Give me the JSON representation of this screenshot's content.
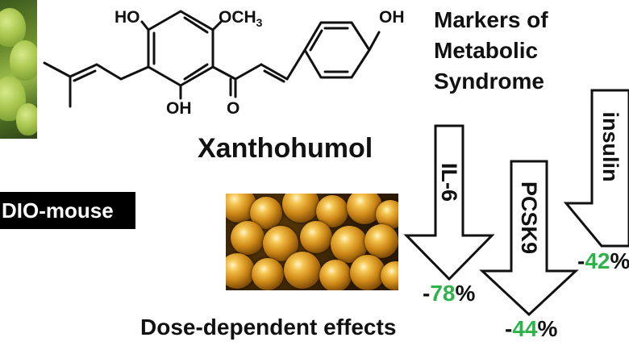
{
  "structure_labels": {
    "ho_top": "HO",
    "och3": "OCH",
    "och3_sub": "3",
    "oh_right": "OH",
    "oh_bottom": "OH",
    "carbonyl_o": "O"
  },
  "compound_name": "Xanthohumol",
  "markers_title": [
    "Markers of",
    "Metabolic",
    "Syndrome"
  ],
  "model_label": "DIO-mouse",
  "footer_text": "Dose-dependent effects",
  "arrows": [
    {
      "label": "IL-6",
      "sign": "-",
      "value": "78",
      "unit": "%",
      "change_percent": -78
    },
    {
      "label": "PCSK9",
      "sign": "-",
      "value": "44",
      "unit": "%",
      "change_percent": -44
    },
    {
      "label": "insulin",
      "sign": "-",
      "value": "42",
      "unit": "%",
      "change_percent": -42
    }
  ],
  "colors": {
    "accent_green": "#2db34a",
    "label_bg": "#000000",
    "text": "#111111"
  }
}
